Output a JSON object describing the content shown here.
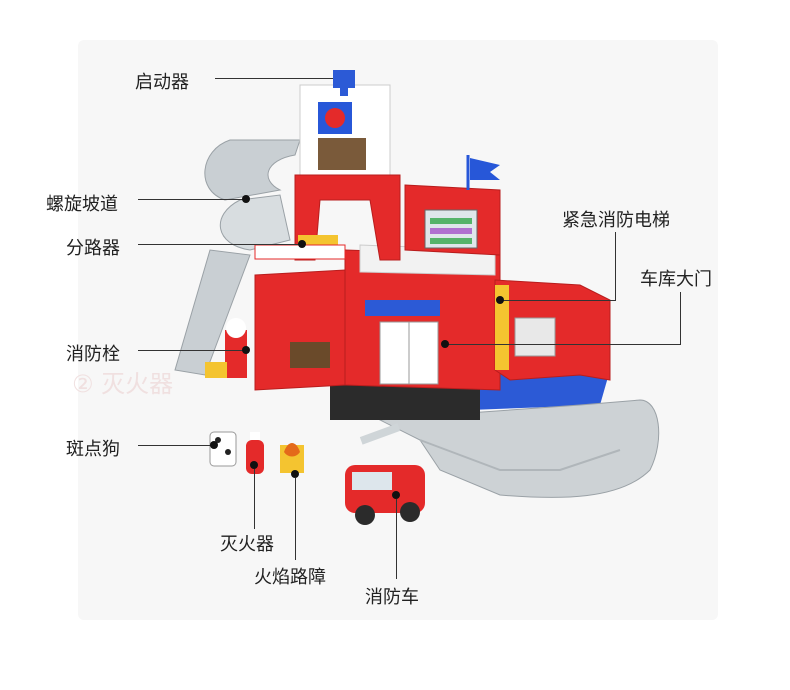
{
  "labels": {
    "starter": "启动器",
    "spiral_ramp": "螺旋坡道",
    "switch": "分路器",
    "hydrant": "消防栓",
    "dalmatian": "斑点狗",
    "extinguisher": "灭火器",
    "flame_block": "火焰路障",
    "fire_truck": "消防车",
    "elevator": "紧急消防电梯",
    "garage_door": "车库大门"
  },
  "watermark": "② 灭火器",
  "colors": {
    "station_red": "#e42a2a",
    "dark_red": "#b81d1d",
    "track_gray": "#c9cfd3",
    "garage_blue": "#2c5ad6",
    "flag_blue": "#2757d8",
    "white": "#ffffff",
    "dark": "#2b2b2b"
  }
}
